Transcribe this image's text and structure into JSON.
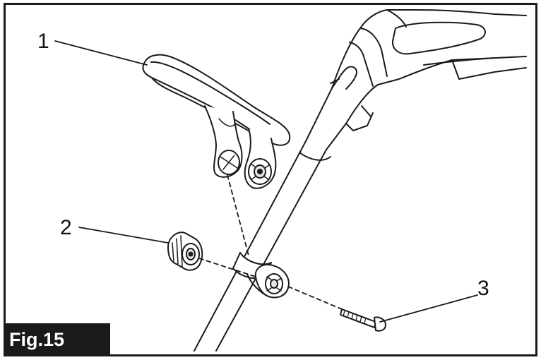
{
  "figure": {
    "label": "Fig.15",
    "callouts": [
      {
        "id": "1",
        "text": "1",
        "part": "auxiliary-handle"
      },
      {
        "id": "2",
        "text": "2",
        "part": "knob-nut"
      },
      {
        "id": "3",
        "text": "3",
        "part": "bolt"
      }
    ]
  },
  "colors": {
    "line": "#1a1a1a",
    "fill": "#ffffff",
    "shade": "#e6e6e6",
    "label_bg": "#1a1a1a",
    "label_text": "#ffffff"
  }
}
